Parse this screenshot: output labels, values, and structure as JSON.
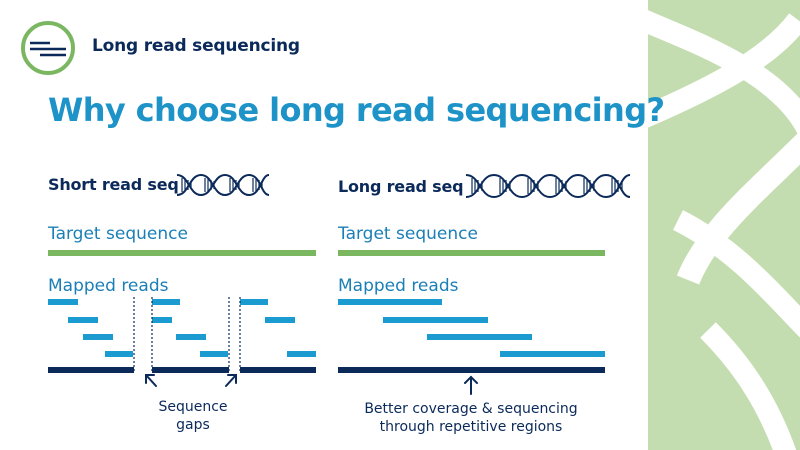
{
  "header": {
    "title": "Long read sequencing"
  },
  "main": {
    "title": "Why choose long read sequencing?"
  },
  "left": {
    "title": "Short read seq",
    "target_label": "Target sequence",
    "mapped_label": "Mapped reads",
    "gap_caption": [
      "Sequence",
      "gaps"
    ]
  },
  "right": {
    "title": "Long read seq",
    "target_label": "Target sequence",
    "mapped_label": "Mapped reads",
    "coverage_caption": [
      "Better coverage & sequencing",
      "through repetitive regions"
    ]
  },
  "colors": {
    "title_blue": "#1e93c8",
    "navy": "#0b2a5a",
    "read_blue": "#1b9bd0",
    "target_green": "#7bb661",
    "panel_green": "#c4ddb0"
  },
  "icons": [
    "sequencing-logo-icon",
    "dna-helix-icon",
    "arrow-up-icon"
  ]
}
